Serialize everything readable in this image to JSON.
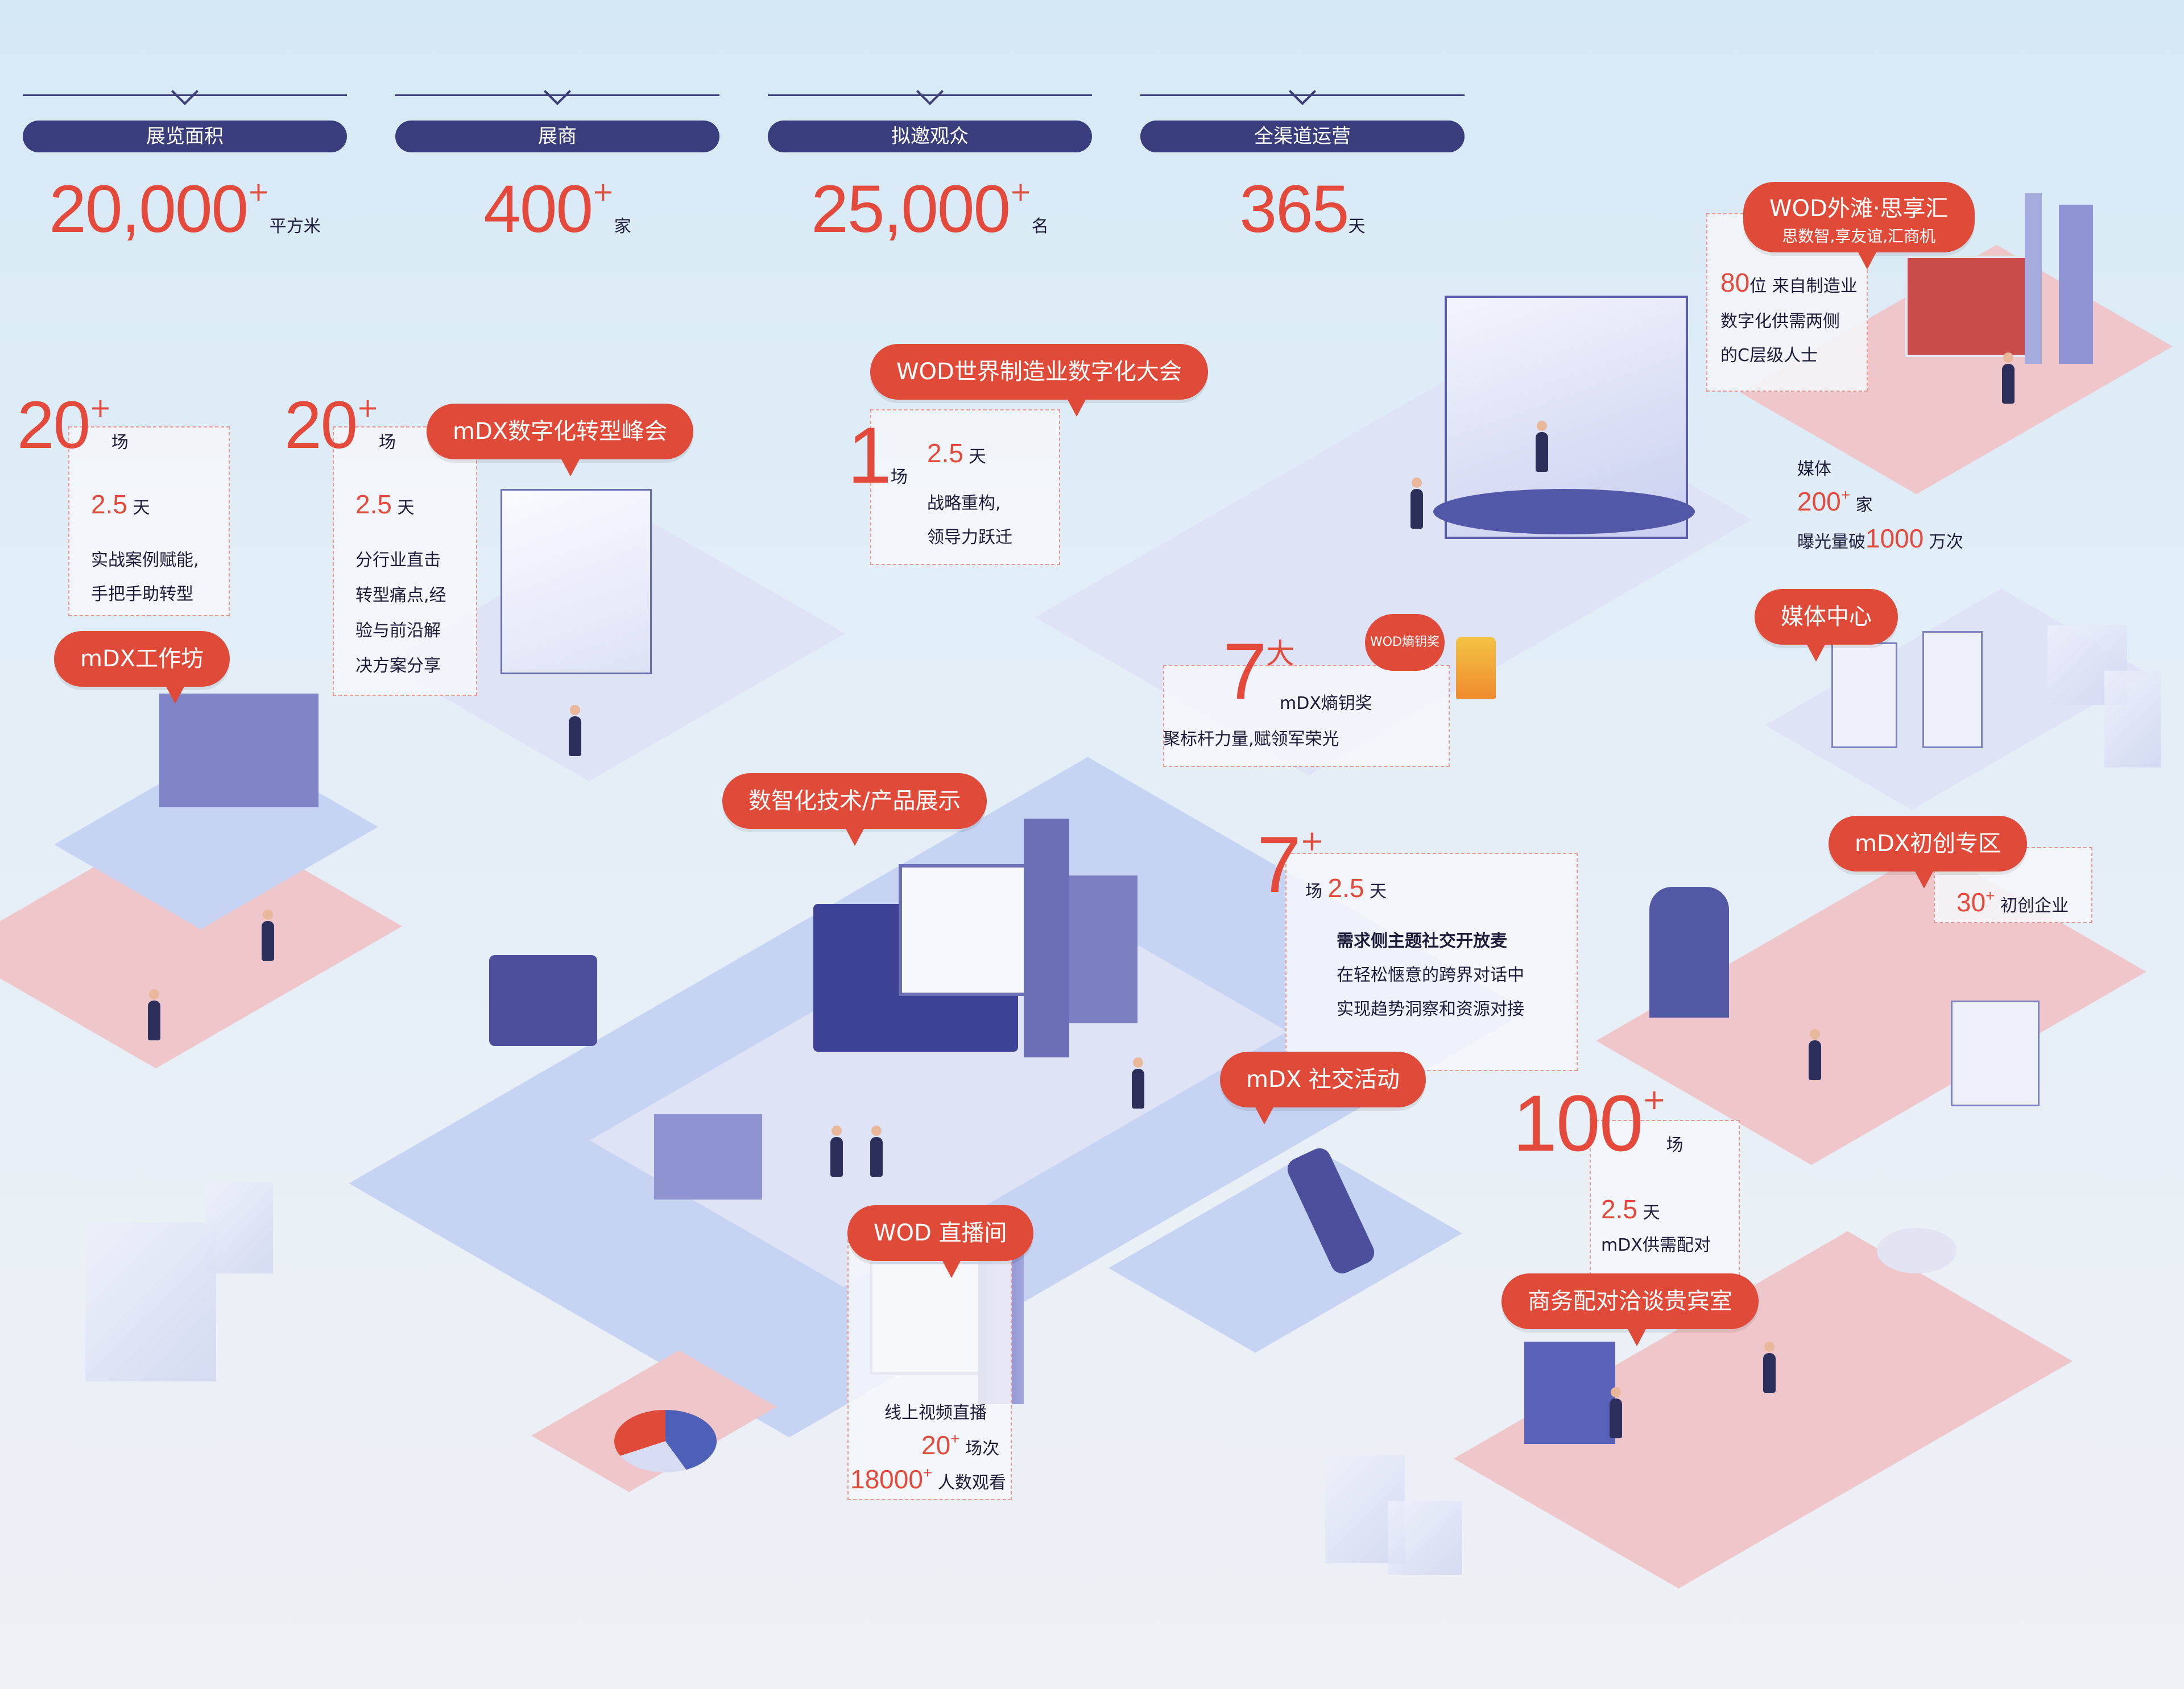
{
  "stats": [
    {
      "label": "展览面积",
      "value": "20,000",
      "plus": "+",
      "unit": "平方米"
    },
    {
      "label": "展商",
      "value": "400",
      "plus": "+",
      "unit": "家"
    },
    {
      "label": "拟邀观众",
      "value": "25,000",
      "plus": "+",
      "unit": "名"
    },
    {
      "label": "全渠道运营",
      "value": "365",
      "plus": "",
      "unit": "天"
    }
  ],
  "workshop": {
    "count": "20",
    "plus": "+",
    "count_unit": "场",
    "days": "2.5",
    "days_unit": "天",
    "line1": "实战案例赋能,",
    "line2": "手把手助转型",
    "bubble": "mDX工作坊"
  },
  "summit": {
    "count": "20",
    "plus": "+",
    "count_unit": "场",
    "days": "2.5",
    "days_unit": "天",
    "line1": "分行业直击",
    "line2": "转型痛点,经",
    "line3": "验与前沿解",
    "line4": "决方案分享",
    "bubble": "mDX数字化转型峰会"
  },
  "conference": {
    "bubble": "WOD世界制造业数字化大会",
    "count": "1",
    "count_unit": "场",
    "days": "2.5",
    "days_unit": "天",
    "line1": "战略重构,",
    "line2": "领导力跃迁"
  },
  "bund": {
    "bubble_title": "WOD外滩·思享汇",
    "bubble_sub": "思数智,享友谊,汇商机",
    "num": "80",
    "line1": "位 来自制造业",
    "line2": "数字化供需两侧",
    "line3": "的C层级人士"
  },
  "media": {
    "label": "媒体",
    "count": "200",
    "plus": "+",
    "count_unit": "家",
    "exposure_prefix": "曝光量破",
    "exposure": "1000",
    "exposure_unit": "万次",
    "bubble": "媒体中心"
  },
  "award": {
    "count": "7",
    "count_unit": "大",
    "name": "mDX熵钥奖",
    "line": "聚标杆力量,赋领军荣光",
    "badge": "WOD熵钥奖"
  },
  "tech": {
    "bubble": "数智化技术/产品展示"
  },
  "social": {
    "count": "7",
    "plus": "+",
    "count_unit": "场",
    "days": "2.5",
    "days_unit": "天",
    "line1": "需求侧主题社交开放麦",
    "line2": "在轻松惬意的跨界对话中",
    "line3": "实现趋势洞察和资源对接",
    "bubble": "mDX 社交活动"
  },
  "startup": {
    "bubble": "mDX初创专区",
    "count": "30",
    "plus": "+",
    "label": "初创企业"
  },
  "live": {
    "bubble": "WOD 直播间",
    "line1": "线上视频直播",
    "count": "20",
    "plus": "+",
    "count_unit": "场次",
    "viewers": "18000",
    "viewers_plus": "+",
    "viewers_unit": "人数观看"
  },
  "matching": {
    "count": "100",
    "plus": "+",
    "count_unit": "场",
    "days": "2.5",
    "days_unit": "天",
    "line1": "mDX供需配对",
    "bubble": "商务配对洽谈贵宾室"
  },
  "colors": {
    "accent": "#e04a39",
    "navy": "#3a3d7c"
  }
}
